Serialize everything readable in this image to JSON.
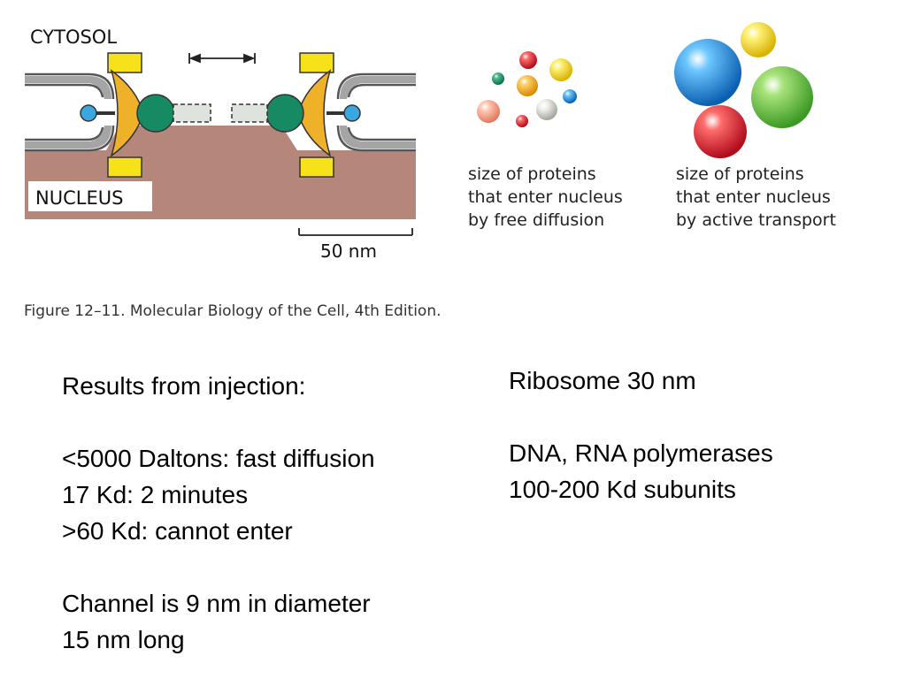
{
  "figure": {
    "cytosol_label": "CYTOSOL",
    "nucleus_label": "NUCLEUS",
    "scale_label": "50 nm",
    "diffusion_caption": [
      "size of proteins",
      "that enter nucleus",
      "by free diffusion"
    ],
    "active_caption": [
      "size of proteins",
      "that enter nucleus",
      "by active transport"
    ],
    "credit": "Figure 12–11. Molecular Biology of the Cell, 4th Edition.",
    "colors": {
      "nucleus": "#b5877a",
      "membrane": "#9b9b9b",
      "scaffold": "#f0b12a",
      "ring_block": "#f7e21a",
      "central_ball": "#168a62",
      "anchor": "#3aa7e0",
      "red": "#d51b2d",
      "blue": "#1e88d8",
      "green": "#6abf3a",
      "yellow": "#f6d51c",
      "orange": "#f0a51e",
      "peach": "#ee9b82",
      "silver": "#c9ccc4"
    }
  },
  "left_text": {
    "line1": "Results from injection:",
    "line2": "",
    "line3": "<5000 Daltons: fast diffusion",
    "line4": "17 Kd: 2 minutes",
    "line5": ">60 Kd: cannot enter",
    "line6": "",
    "line7": "Channel is 9 nm in diameter",
    "line8": "15 nm long"
  },
  "right_text": {
    "line1": "Ribosome 30 nm",
    "line2": "",
    "line3": "DNA, RNA polymerases",
    "line4": "100-200 Kd subunits"
  }
}
